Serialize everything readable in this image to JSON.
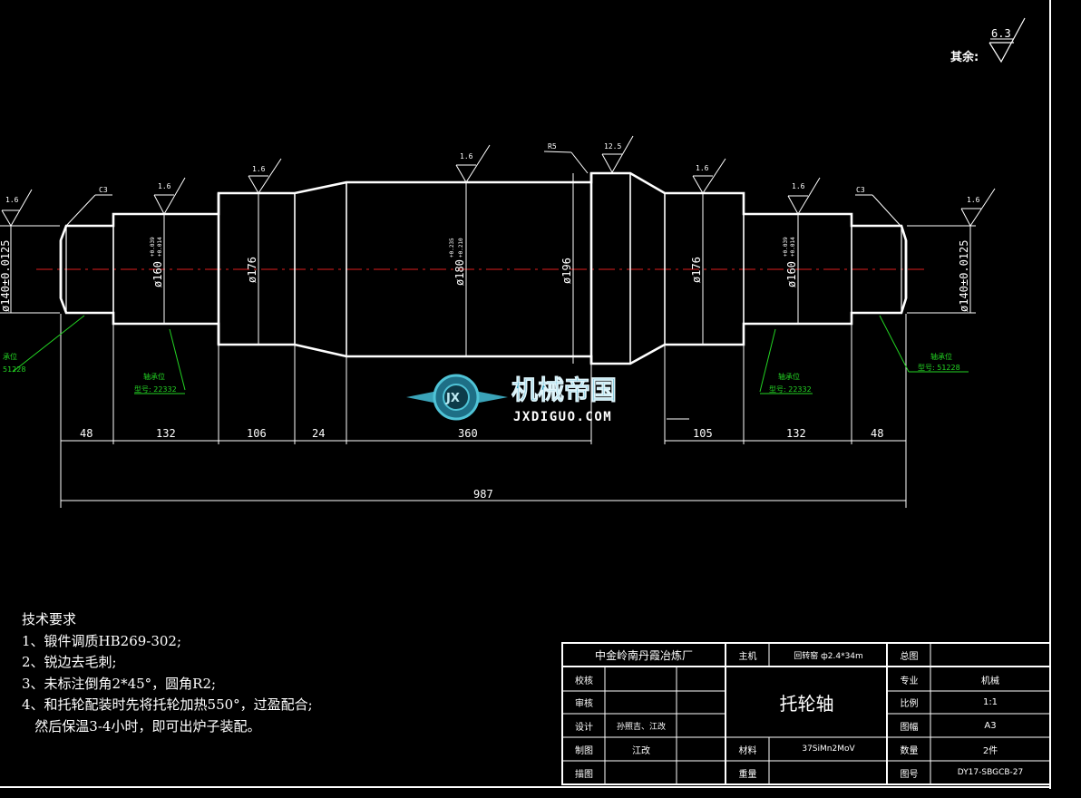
{
  "roughness": {
    "other_label": "其余:",
    "other_value": "6.3",
    "marks": [
      "1.6",
      "1.6",
      "1.6",
      "1.6",
      "12.5",
      "1.6",
      "1.6",
      "1.6"
    ]
  },
  "chamfer_labels": [
    "C3",
    "C3"
  ],
  "radius_label": "R5",
  "diameters": {
    "end_left": "ø140±0.0125",
    "brg_left": "ø160",
    "brg_left_tol_up": "+0.039",
    "brg_left_tol_low": "+0.014",
    "shoulder_left": "ø176",
    "main": "ø180",
    "main_tol_up": "+0.235",
    "main_tol_low": "+0.210",
    "collar": "ø196",
    "shoulder_right": "ø176",
    "brg_right": "ø160",
    "brg_right_tol_up": "+0.039",
    "brg_right_tol_low": "+0.014",
    "end_right": "ø140±0.0125"
  },
  "callouts": {
    "left_end_1": "承位",
    "left_end_2": "51228",
    "left_brg_1": "轴承位",
    "left_brg_2": "型号: 22332",
    "right_brg_1": "轴承位",
    "right_brg_2": "型号: 22332",
    "right_end_1": "轴承位",
    "right_end_2": "型号: 51228"
  },
  "lengths": {
    "l48a": "48",
    "l132a": "132",
    "l106": "106",
    "l24": "24",
    "l360": "360",
    "l105": "105",
    "l132b": "132",
    "l48b": "48",
    "total": "987"
  },
  "watermark": {
    "name": "机械帝国",
    "url": "JXDIGUO.COM",
    "badge": "JX"
  },
  "notes": {
    "title": "技术要求",
    "items": [
      "1、锻件调质HB269-302;",
      "2、锐边去毛刺;",
      "3、未标注倒角2*45°，圆角R2;",
      "4、和托轮配装时先将托轮加热550°，过盈配合;",
      "   然后保温3-4小时，即可出炉子装配。"
    ]
  },
  "title_block": {
    "company": "中金岭南丹霞冶炼厂",
    "host_label": "主机",
    "host_value": "回转窑 ф2.4*34m",
    "assembly_label": "总图",
    "assembly_value": "",
    "check_label": "校核",
    "review_label": "审核",
    "design_label": "设计",
    "design_value": "孙照吉、江改",
    "draw_label": "制图",
    "draw_value": "江改",
    "trace_label": "描图",
    "part_name": "托轮轴",
    "material_label": "材料",
    "material_value": "37SiMn2MoV",
    "weight_label": "重量",
    "major_label": "专业",
    "major_value": "机械",
    "scale_label": "比例",
    "scale_value": "1:1",
    "sheet_label": "图幅",
    "sheet_value": "A3",
    "qty_label": "数量",
    "qty_value": "2件",
    "dwg_label": "图号",
    "dwg_value": "DY17-SBGCB-27"
  }
}
